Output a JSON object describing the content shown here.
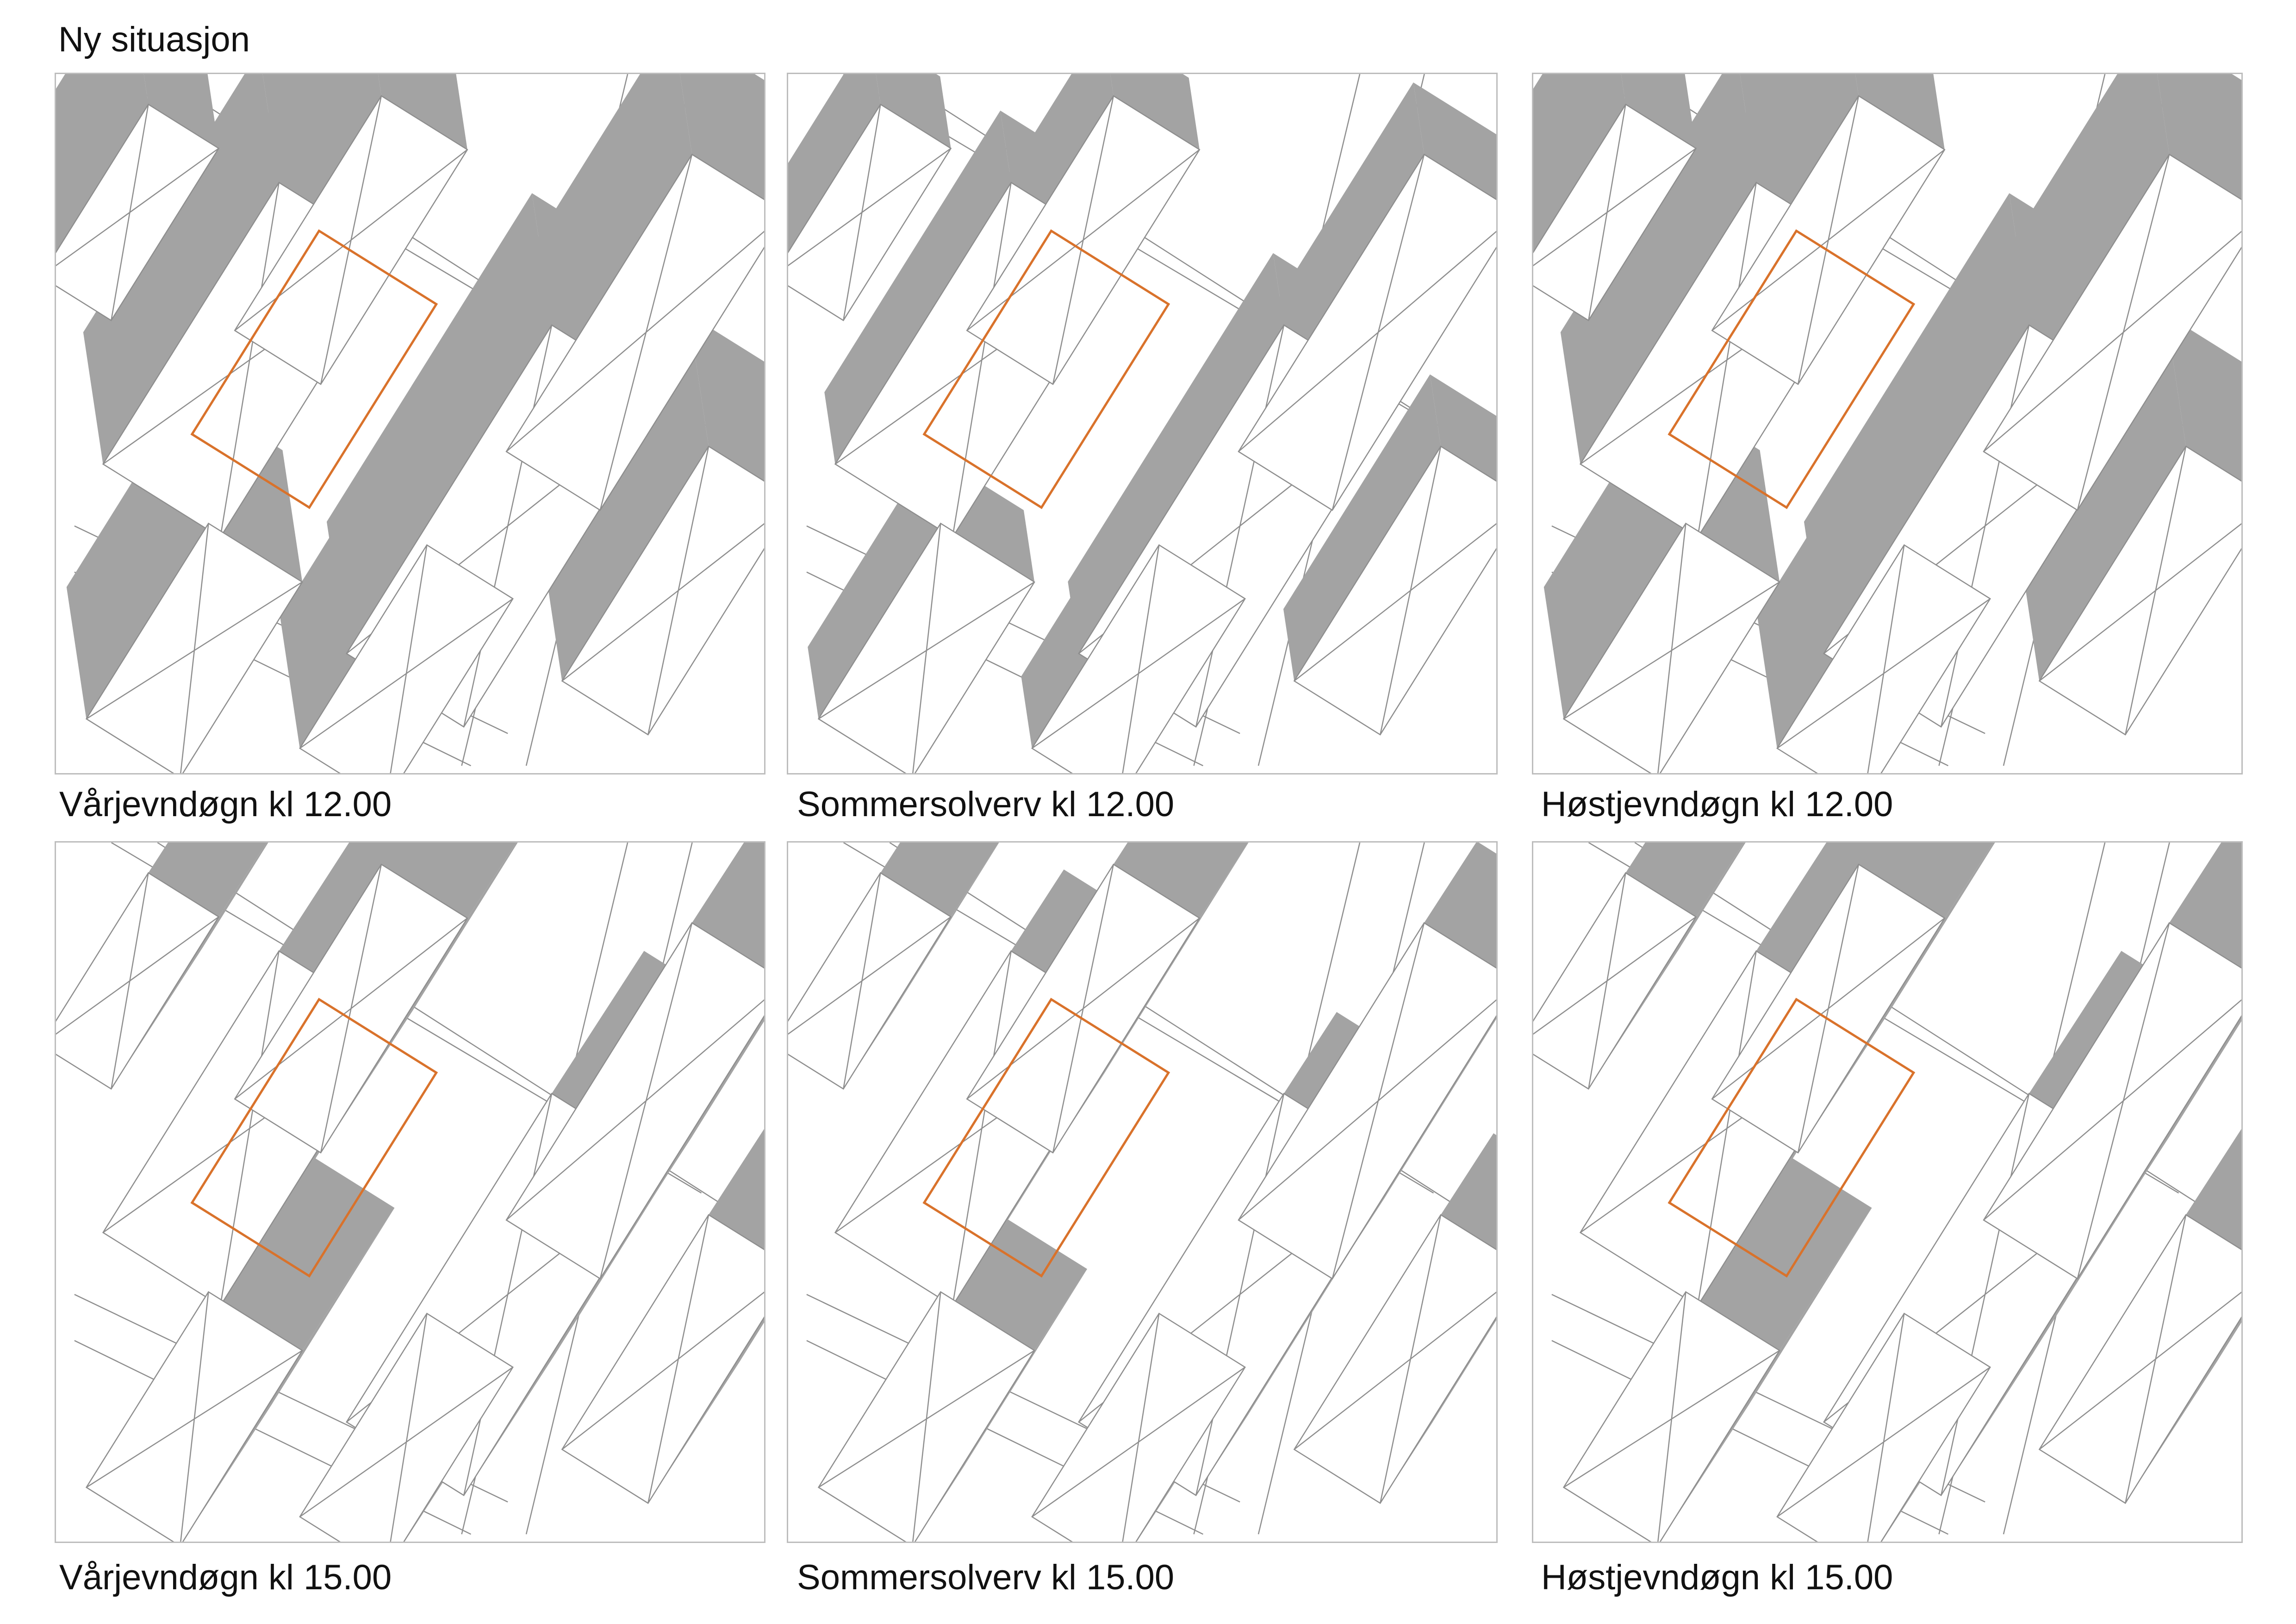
{
  "page": {
    "title": "Ny situasjon"
  },
  "colors": {
    "shadow": "#a3a3a3",
    "line": "#8e8e8e",
    "site_boundary": "#d9722b",
    "panel_border": "#bdbdbd"
  },
  "panels": [
    {
      "caption": "Vårjevndøgn kl 12.00",
      "shadow_direction": "north",
      "shadow_length": 0.55
    },
    {
      "caption": "Sommersolverv kl 12.00",
      "shadow_direction": "north",
      "shadow_length": 0.3
    },
    {
      "caption": "Høstjevndøgn kl 12.00",
      "shadow_direction": "north",
      "shadow_length": 0.55
    },
    {
      "caption": "Vårjevndøgn kl 15.00",
      "shadow_direction": "north-east",
      "shadow_length": 0.7
    },
    {
      "caption": "Sommersolverv kl 15.00",
      "shadow_direction": "north-east",
      "shadow_length": 0.4
    },
    {
      "caption": "Høstjevndøgn kl 15.00",
      "shadow_direction": "north-east",
      "shadow_length": 0.7
    }
  ]
}
